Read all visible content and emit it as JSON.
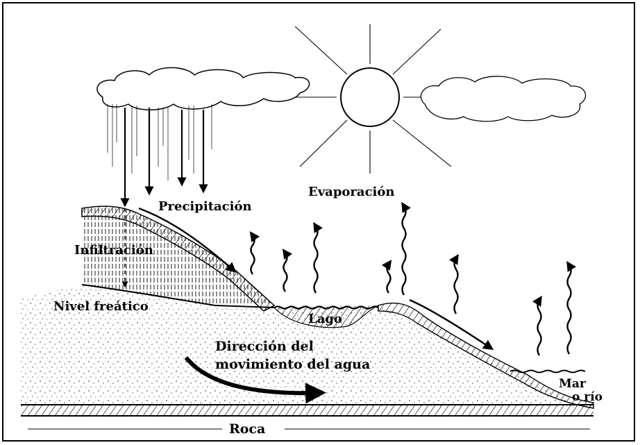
{
  "labels": {
    "precipitation": "Precipitación",
    "evaporation": "Evaporación",
    "infiltration": "Infiltración",
    "water_table": "Nivel freático",
    "lake": "Lago",
    "flow_direction_line1": "Dirección del",
    "flow_direction_line2": "movimiento del agua",
    "sea_line1": "Mar",
    "sea_line2": "o río",
    "rock": "Roca"
  },
  "icons": {
    "sun": "sun-icon",
    "cloud_left": "rain-cloud-icon",
    "cloud_right": "cloud-icon"
  },
  "colors": {
    "ink": "#000000",
    "background": "#ffffff"
  }
}
